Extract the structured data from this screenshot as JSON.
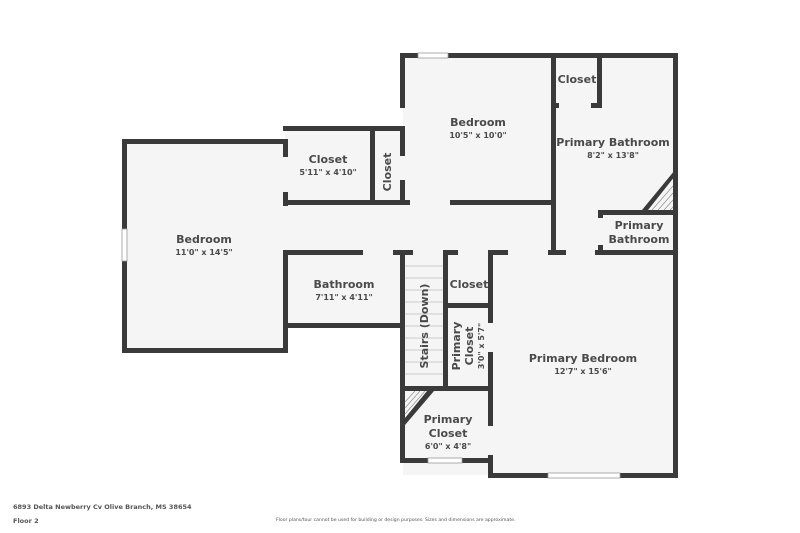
{
  "footer": {
    "address": "6893 Delta Newberry Cv Olive Branch, MS 38654",
    "floor": "Floor 2",
    "disclaimer": "Floor plans/tour cannot be used for building or design purposes. Sizes and dimensions are approximate."
  },
  "rooms": {
    "bedroom_west": {
      "name": "Bedroom",
      "dims": "11'0\" x 14'5\""
    },
    "closet_north": {
      "name": "Closet",
      "dims": "5'11\" x 4'10\""
    },
    "closet_narrow": {
      "name": "Closet"
    },
    "bedroom_north": {
      "name": "Bedroom",
      "dims": "10'5\" x 10'0\""
    },
    "closet_primary_bath": {
      "name": "Closet"
    },
    "primary_bathroom": {
      "name": "Primary Bathroom",
      "dims": "8'2\" x 13'8\""
    },
    "primary_bathroom_small": {
      "name_line1": "Primary",
      "name_line2": "Bathroom"
    },
    "bathroom": {
      "name": "Bathroom",
      "dims": "7'11\" x 4'11\""
    },
    "stairs": {
      "name": "Stairs (Down)"
    },
    "closet_center": {
      "name": "Closet"
    },
    "primary_closet_narrow": {
      "name_line1": "Primary",
      "name_line2": "Closet",
      "dims": "3'0\" x 5'7\""
    },
    "primary_closet": {
      "name_line1": "Primary",
      "name_line2": "Closet",
      "dims": "6'0\" x 4'8\""
    },
    "primary_bedroom": {
      "name": "Primary Bedroom",
      "dims": "12'7\" x 15'6\""
    }
  }
}
